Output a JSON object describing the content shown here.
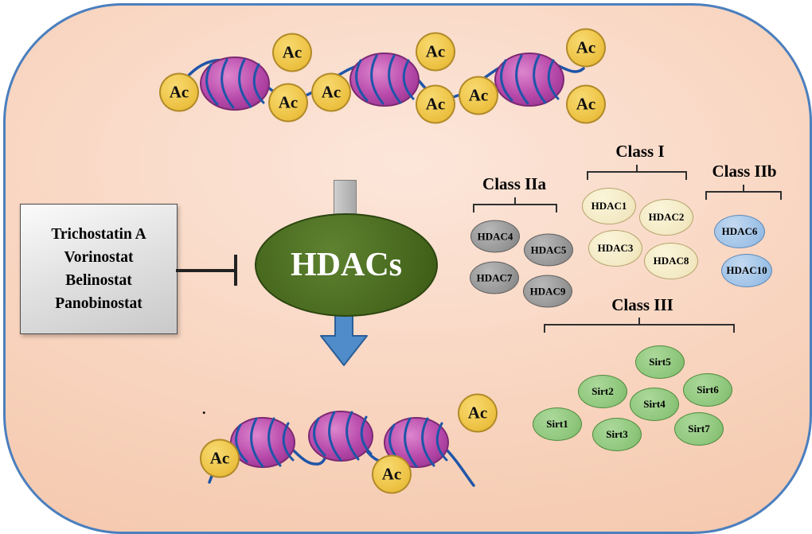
{
  "acetyl": {
    "label": "Ac"
  },
  "inhibitor_box": {
    "lines": [
      "Trichostatin A",
      "Vorinostat",
      "Belinostat",
      "Panobinostat"
    ]
  },
  "hdacs": {
    "label": "HDACs"
  },
  "classes": [
    {
      "label": "Class IIa",
      "members": [
        "HDAC4",
        "HDAC5",
        "HDAC7",
        "HDAC9"
      ]
    },
    {
      "label": "Class I",
      "members": [
        "HDAC1",
        "HDAC2",
        "HDAC3",
        "HDAC8"
      ]
    },
    {
      "label": "Class IIb",
      "members": [
        "HDAC6",
        "HDAC10"
      ]
    },
    {
      "label": "Class III",
      "members": [
        "Sirt1",
        "Sirt2",
        "Sirt3",
        "Sirt4",
        "Sirt5",
        "Sirt6",
        "Sirt7"
      ]
    }
  ],
  "misc": {
    "dot": "."
  },
  "colors": {
    "capsule_border": "#4b7fbe",
    "background_peach": "#f8d3bd",
    "acetyl_fill": "#edc243",
    "nucleosome_fill": "#b84aab",
    "dna_strand": "#1f55a8",
    "hdacs_fill": "#45661c",
    "class_iia_fill": "#929292",
    "class_i_fill": "#f2e8c2",
    "class_iib_fill": "#9cc0e6",
    "class_iii_fill": "#8cc579",
    "blue_arrow": "#4f8cc9",
    "gray_arrow": "#a7a7a7"
  }
}
